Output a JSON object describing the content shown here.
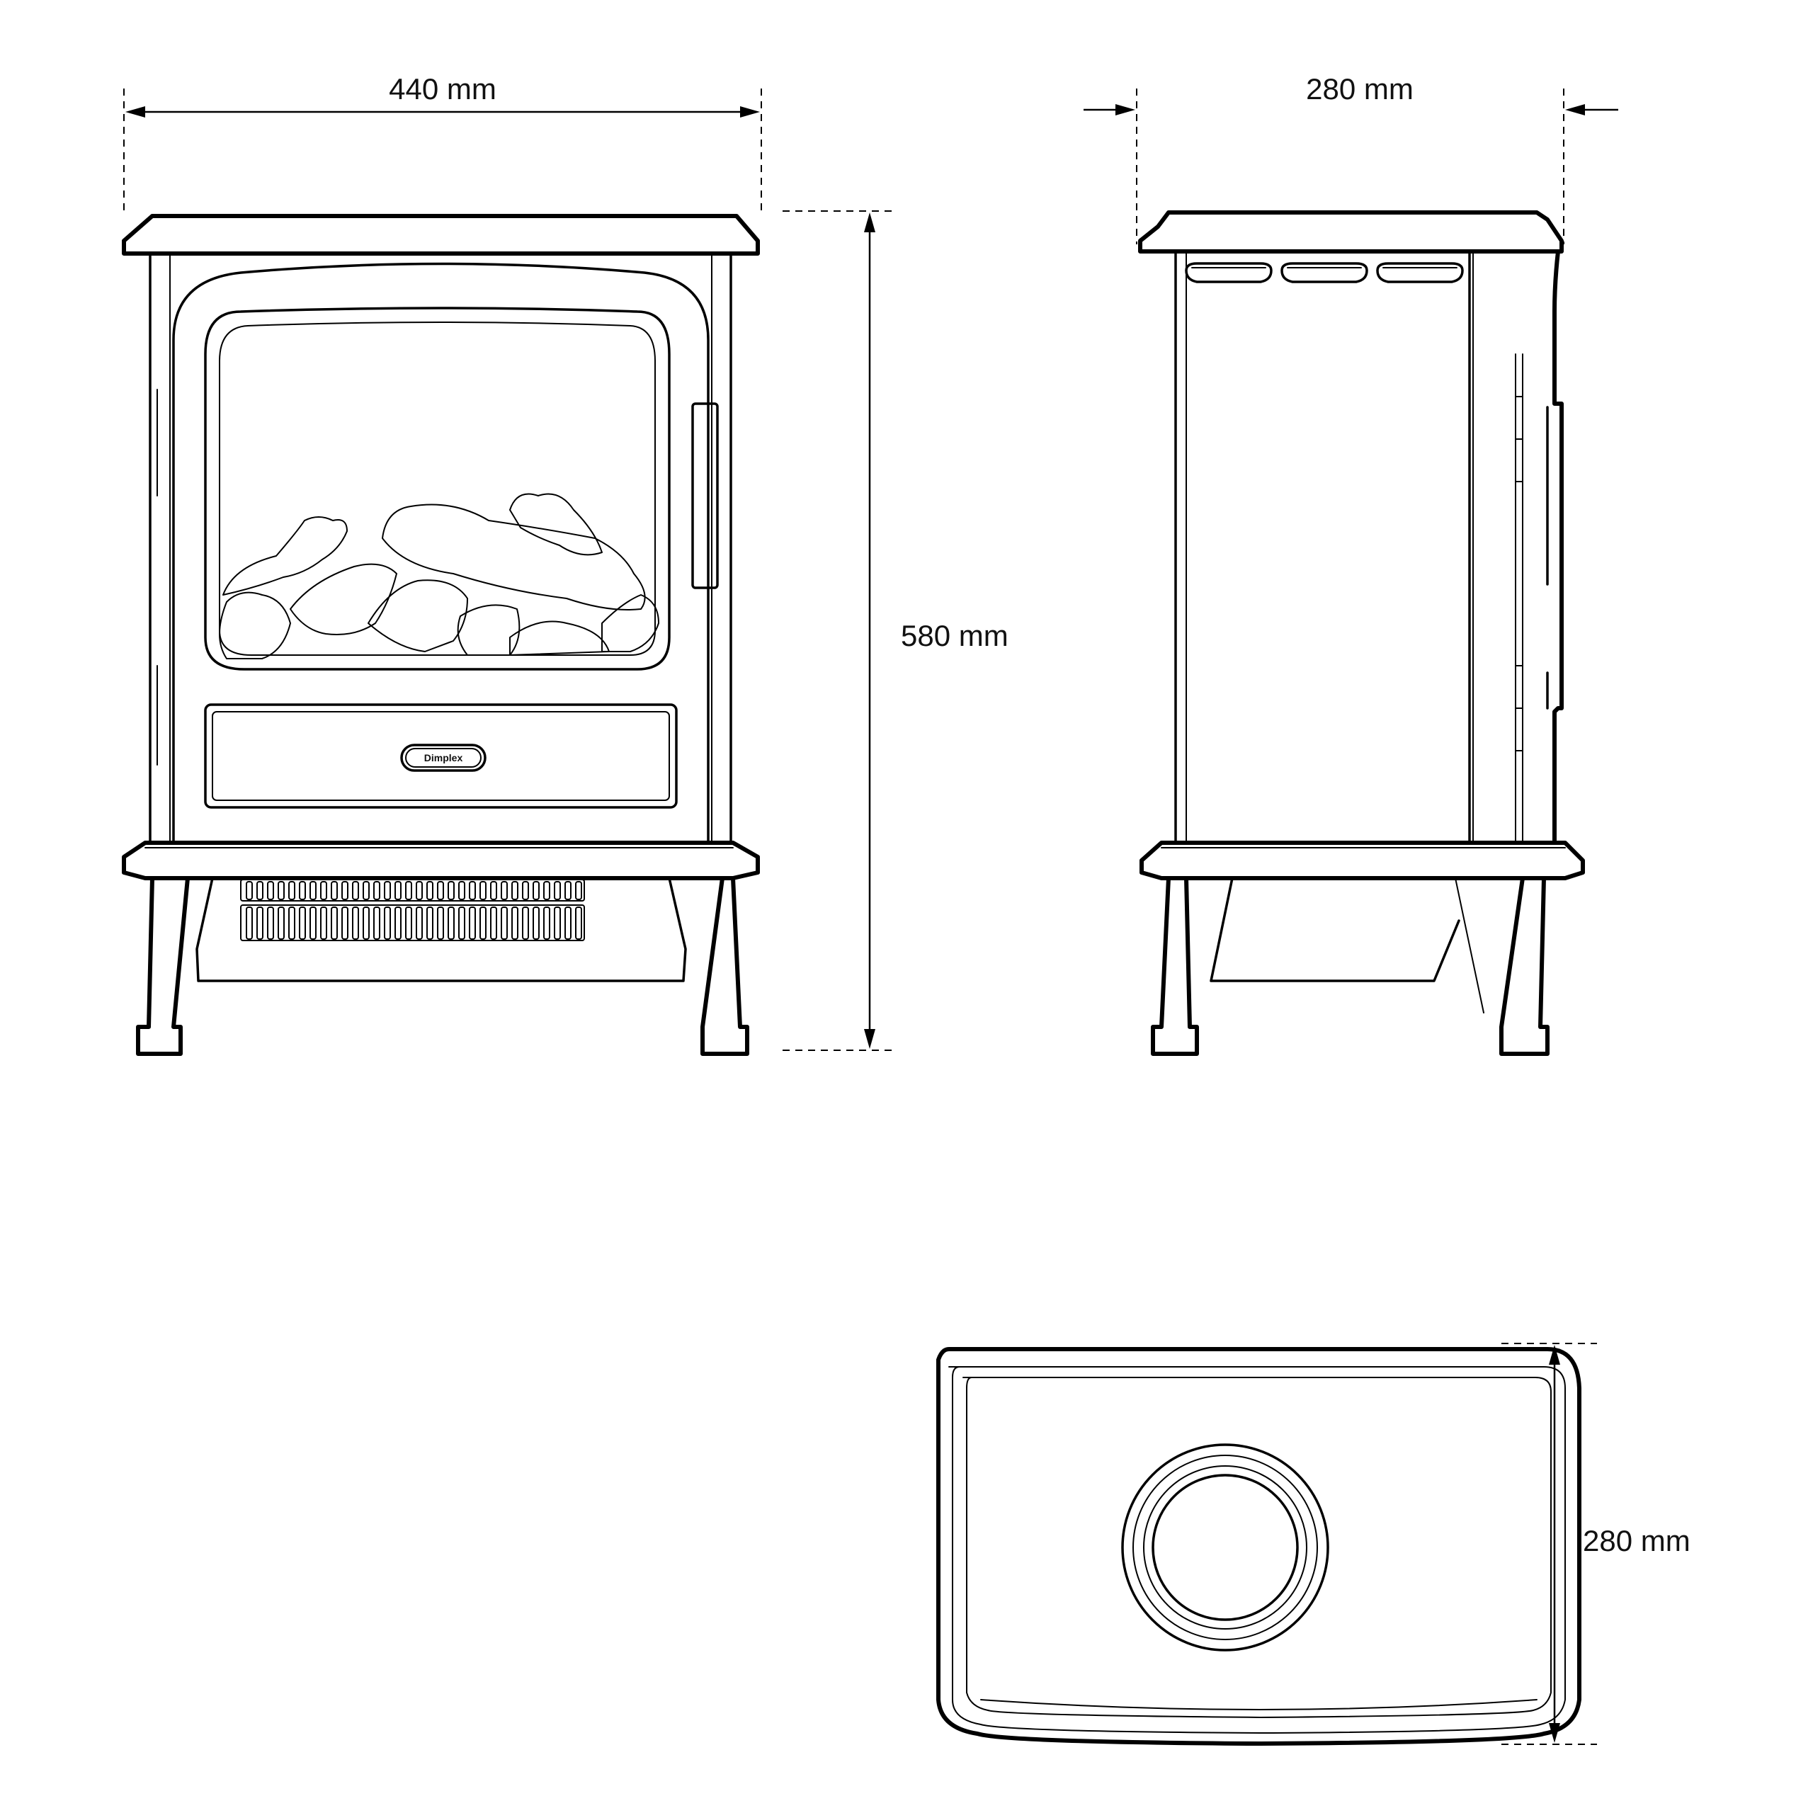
{
  "dimensions": {
    "front_width": "440 mm",
    "side_depth": "280 mm",
    "height": "580 mm",
    "top_depth": "280 mm"
  },
  "brand": {
    "logo_text": "Dimplex"
  },
  "colors": {
    "line": "#000000",
    "background": "#ffffff"
  }
}
